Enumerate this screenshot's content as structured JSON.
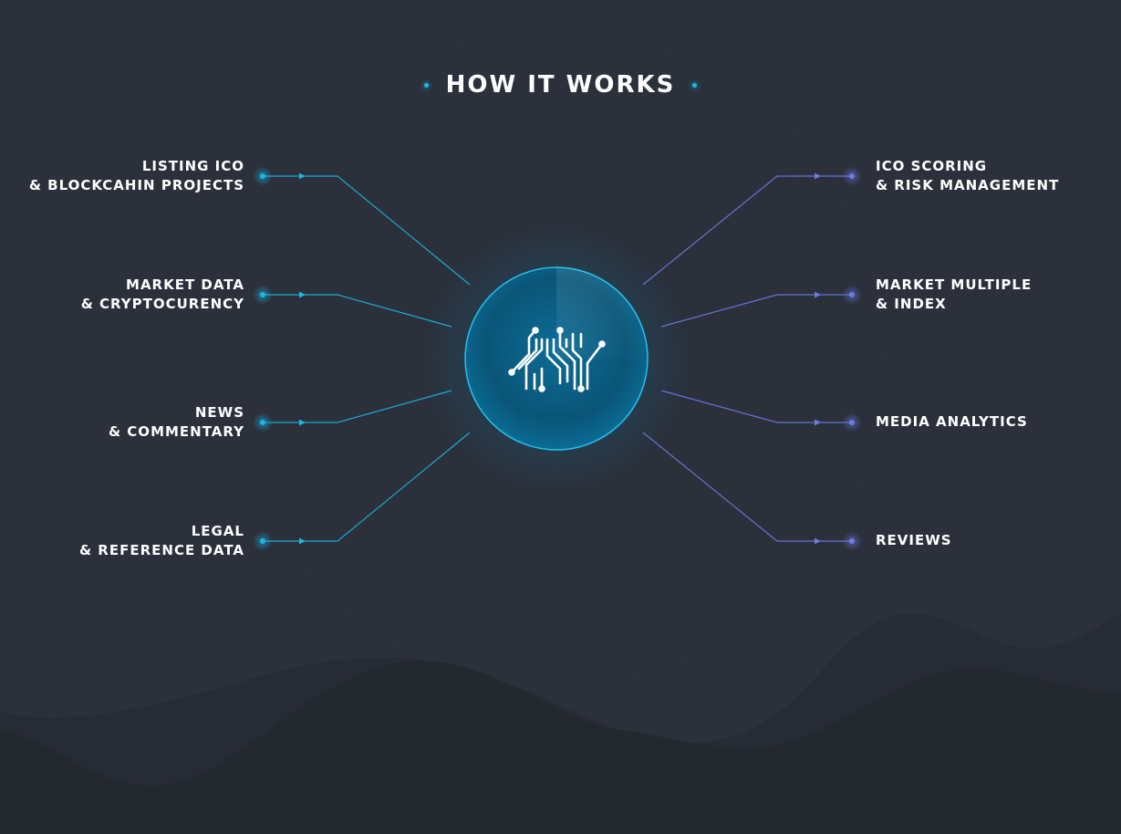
{
  "title": "HOW IT WORKS",
  "colors": {
    "background": "#2b303b",
    "hill_back": "#262a33",
    "hill_front": "#23272f",
    "left_accent": "#19b7e6",
    "right_accent": "#6b7be6",
    "text": "#ffffff"
  },
  "center": {
    "icon": "circuit-n-logo-icon"
  },
  "left_items": [
    {
      "line1": "LISTING ICO",
      "line2": "& BLOCKCAHIN PROJECTS"
    },
    {
      "line1": "MARKET DATA",
      "line2": "& CRYPTOCURENCY"
    },
    {
      "line1": "NEWS",
      "line2": "& COMMENTARY"
    },
    {
      "line1": "LEGAL",
      "line2": "& REFERENCE DATA"
    }
  ],
  "right_items": [
    {
      "line1": "ICO SCORING",
      "line2": "& RISK MANAGEMENT"
    },
    {
      "line1": "MARKET MULTIPLE",
      "line2": "& INDEX"
    },
    {
      "line1": "MEDIA ANALYTICS",
      "line2": ""
    },
    {
      "line1": "REVIEWS",
      "line2": ""
    }
  ]
}
